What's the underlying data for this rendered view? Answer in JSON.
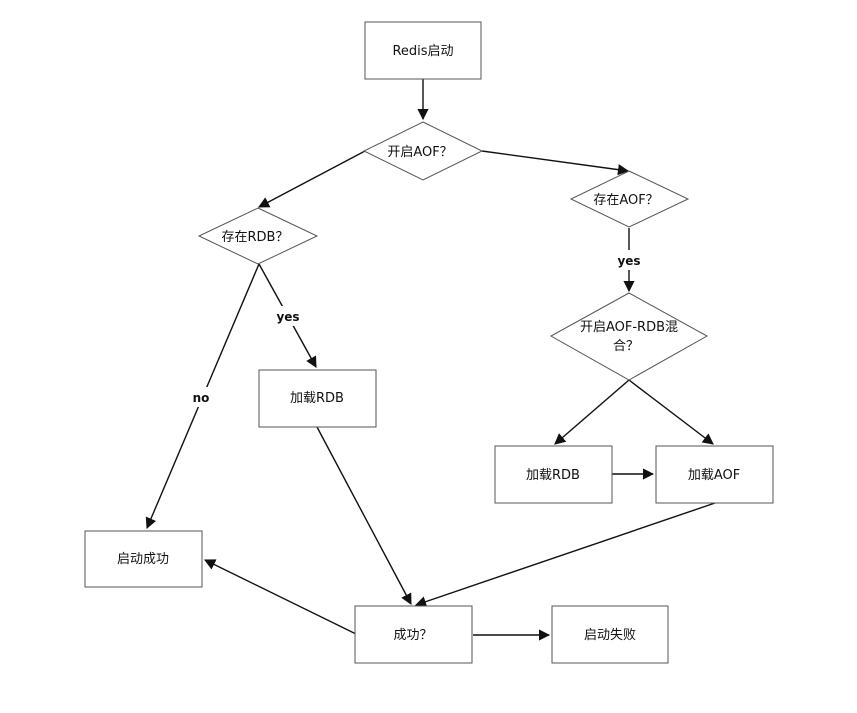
{
  "nodes": {
    "redis_start": "Redis启动",
    "aof_enabled": "开启AOF？",
    "rdb_exists": "存在RDB？",
    "aof_exists": "存在AOF？",
    "hybrid_line1": "开启AOF-RDB混",
    "hybrid_line2": "合？",
    "load_rdb_left": "加载RDB",
    "load_rdb_right": "加载RDB",
    "load_aof": "加载AOF",
    "start_success": "启动成功",
    "success_check": "成功？",
    "start_fail": "启动失败"
  },
  "edge_labels": {
    "rdb_yes": "yes",
    "rdb_no": "no",
    "aof_yes": "yes"
  }
}
